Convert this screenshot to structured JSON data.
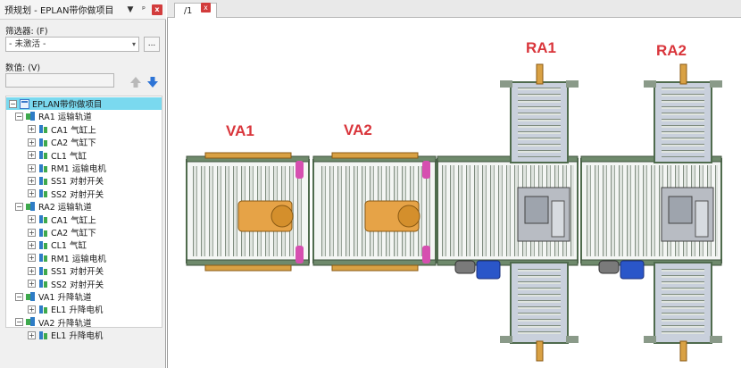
{
  "panel": {
    "title": "预规划 - EPLAN带你做项目",
    "pin_glyph": "▼",
    "pin2_glyph": "ᵖ",
    "close_glyph": "x",
    "filter_label": "筛选器: (F)",
    "filter_value": "- 未激活 -",
    "dots_label": "...",
    "value_label": "数值: (V)",
    "value_text": ""
  },
  "tree": {
    "root": "EPLAN带你做项目",
    "items": [
      {
        "label": "RA1 运输轨道",
        "level": 1,
        "type": "grp",
        "exp": "−"
      },
      {
        "label": "CA1 气缸上",
        "level": 2,
        "type": "dev",
        "exp": "+"
      },
      {
        "label": "CA2 气缸下",
        "level": 2,
        "type": "dev",
        "exp": "+"
      },
      {
        "label": "CL1 气缸",
        "level": 2,
        "type": "dev",
        "exp": "+"
      },
      {
        "label": "RM1 运输电机",
        "level": 2,
        "type": "dev",
        "exp": "+"
      },
      {
        "label": "SS1 对射开关",
        "level": 2,
        "type": "dev",
        "exp": "+"
      },
      {
        "label": "SS2 对射开关",
        "level": 2,
        "type": "dev",
        "exp": "+"
      },
      {
        "label": "RA2 运输轨道",
        "level": 1,
        "type": "grp",
        "exp": "−"
      },
      {
        "label": "CA1 气缸上",
        "level": 2,
        "type": "dev",
        "exp": "+"
      },
      {
        "label": "CA2 气缸下",
        "level": 2,
        "type": "dev",
        "exp": "+"
      },
      {
        "label": "CL1 气缸",
        "level": 2,
        "type": "dev",
        "exp": "+"
      },
      {
        "label": "RM1 运输电机",
        "level": 2,
        "type": "dev",
        "exp": "+"
      },
      {
        "label": "SS1 对射开关",
        "level": 2,
        "type": "dev",
        "exp": "+"
      },
      {
        "label": "SS2 对射开关",
        "level": 2,
        "type": "dev",
        "exp": "+"
      },
      {
        "label": "VA1 升降轨道",
        "level": 1,
        "type": "grp",
        "exp": "−"
      },
      {
        "label": "EL1 升降电机",
        "level": 2,
        "type": "dev",
        "exp": "+"
      },
      {
        "label": "VA2 升降轨道",
        "level": 1,
        "type": "grp",
        "exp": "−"
      },
      {
        "label": "EL1 升降电机",
        "level": 2,
        "type": "dev",
        "exp": "+"
      }
    ]
  },
  "tabs": [
    {
      "label": "/1",
      "close": "x"
    }
  ],
  "drawing": {
    "labels": {
      "va1": "VA1",
      "va2": "VA2",
      "ra1": "RA1",
      "ra2": "RA2"
    }
  },
  "colors": {
    "accent_red": "#d9353b",
    "tree_selected": "#7ad9ef",
    "frame_green": "#4f6b4d",
    "roller_orange": "#d9a144",
    "motor_blue": "#2a56c9",
    "clamp_magenta": "#d64fb0"
  }
}
